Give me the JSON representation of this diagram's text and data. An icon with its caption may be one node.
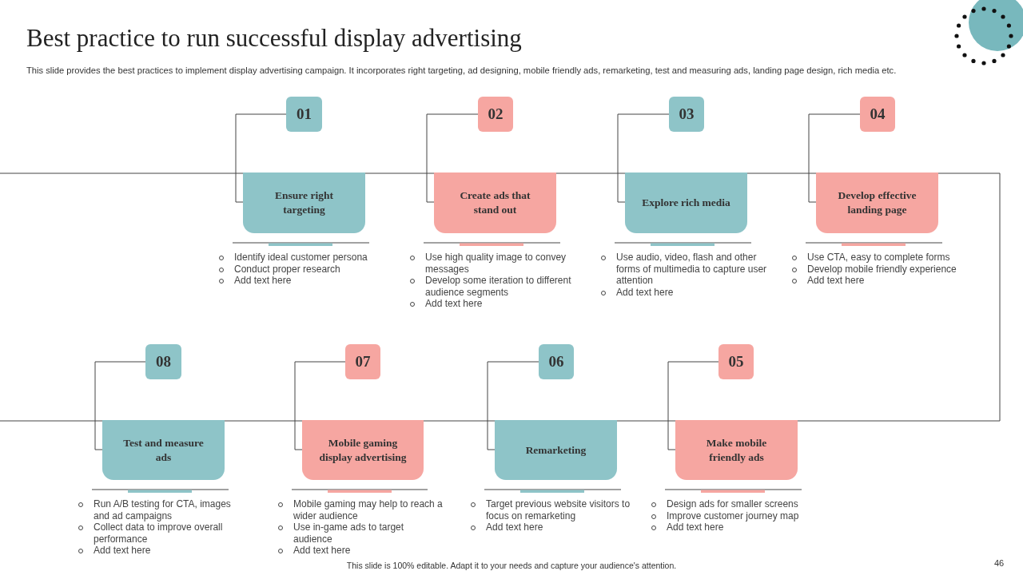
{
  "diagram": {
    "title": "Best practice to run successful display advertising",
    "caption": "This slide provides the best practices to implement display advertising campaign. It incorporates right targeting, ad designing, mobile friendly ads, remarketing, test and measuring ads, landing page design, rich media etc.",
    "nodes": [
      {
        "text": [
          "01"
        ]
      },
      {
        "text": [
          "Ensure right targeting"
        ],
        "beside": [
          "Identify ideal customer persona",
          "Conduct proper research",
          "Add text here"
        ]
      },
      {
        "text": [
          "02"
        ]
      },
      {
        "text": [
          "Create ads that stand out"
        ],
        "beside": [
          "Use high quality image to convey messages",
          "Develop some iteration to different audience segments",
          "Add text here"
        ]
      },
      {
        "text": [
          "03"
        ]
      },
      {
        "text": [
          "Explore rich media"
        ],
        "beside": [
          "Use audio, video, flash and other forms of multimedia to capture user attention",
          "Add text here"
        ]
      },
      {
        "text": [
          "04"
        ]
      },
      {
        "text": [
          "Develop effective landing page"
        ],
        "beside": [
          "Use CTA,  easy to complete forms",
          "Develop mobile friendly experience",
          "Add text here"
        ]
      },
      {
        "text": [
          "08"
        ]
      },
      {
        "text": [
          "Test and measure ads"
        ],
        "beside": [
          "Run A/B  testing for CTA,  images and ad campaigns",
          "Collect data to improve overall performance",
          "Add text here"
        ]
      },
      {
        "text": [
          "07"
        ]
      },
      {
        "text": [
          "Mobile gaming display advertising"
        ],
        "beside": [
          "Mobile gaming may help to reach a wider audience",
          "Use in-game ads to target audience",
          "Add text here"
        ]
      },
      {
        "text": [
          "06"
        ]
      },
      {
        "text": [
          "Remarketing"
        ],
        "beside": [
          "Target previous website visitors to focus on remarketing",
          "Add text here"
        ]
      },
      {
        "text": [
          "05"
        ]
      },
      {
        "text": [
          "Make mobile friendly ads"
        ],
        "beside": [
          "Design ads for smaller screens",
          "Improve customer journey map",
          "Add text here"
        ]
      }
    ],
    "edges": [
      {
        "from": null,
        "to": 1,
        "arrow": "none"
      },
      {
        "from": 1,
        "to": 3,
        "arrow": "none"
      },
      {
        "from": 3,
        "to": 5,
        "arrow": "none"
      },
      {
        "from": 5,
        "to": 7,
        "arrow": "none"
      },
      {
        "from": 7,
        "to": 15,
        "arrow": "none"
      },
      {
        "from": 15,
        "to": 13,
        "arrow": "none"
      },
      {
        "from": 13,
        "to": 11,
        "arrow": "none"
      },
      {
        "from": 11,
        "to": 9,
        "arrow": "none"
      },
      {
        "from": 9,
        "to": null,
        "arrow": "none"
      },
      {
        "from": 0,
        "to": 1,
        "arrow": "none"
      },
      {
        "from": 2,
        "to": 3,
        "arrow": "none"
      },
      {
        "from": 4,
        "to": 5,
        "arrow": "none"
      },
      {
        "from": 6,
        "to": 7,
        "arrow": "none"
      },
      {
        "from": 8,
        "to": 9,
        "arrow": "none"
      },
      {
        "from": 10,
        "to": 11,
        "arrow": "none"
      },
      {
        "from": 12,
        "to": 13,
        "arrow": "none"
      },
      {
        "from": 14,
        "to": 15,
        "arrow": "none"
      }
    ],
    "labels": [
      "This slide is 100% editable.  Adapt it to your needs and capture your audience's attention.",
      "46"
    ]
  }
}
